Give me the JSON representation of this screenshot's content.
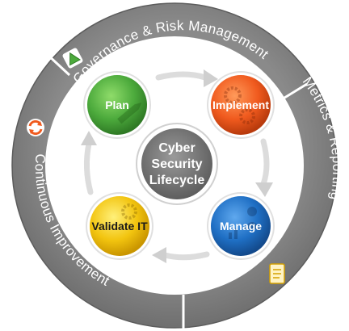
{
  "ring": {
    "top_label": "Governance & Risk Management",
    "right_label": "Metrics & Reporting",
    "left_label": "Continuous Improvement",
    "top_icon": "triangle-warning-icon",
    "right_icon": "document-icon",
    "left_icon": "refresh-cycle-icon"
  },
  "center": {
    "line1": "Cyber",
    "line2": "Security",
    "line3": "Lifecycle"
  },
  "nodes": {
    "plan": {
      "label": "Plan",
      "icon": "pencil-icon",
      "color": "#4caa3c"
    },
    "implement": {
      "label": "Implement",
      "icon": "gears-icon",
      "color": "#f05a1e"
    },
    "manage": {
      "label": "Manage",
      "icon": "person-chart-icon",
      "color": "#1f6fc4"
    },
    "validate": {
      "label": "Validate IT",
      "icon": "gear-icon",
      "color": "#f2c40f"
    }
  }
}
